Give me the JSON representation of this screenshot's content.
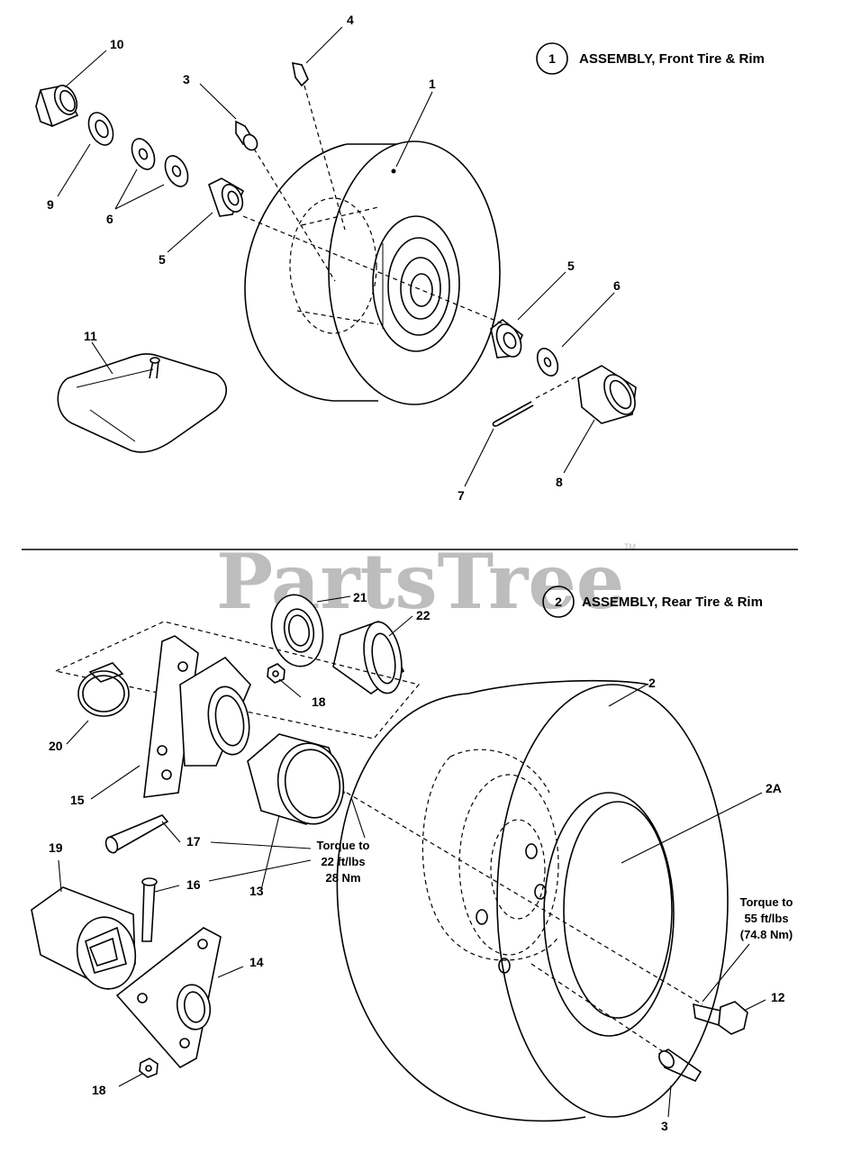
{
  "watermark": {
    "brand": "PartsTree",
    "trademark": "TM"
  },
  "assemblies": [
    {
      "number": "1",
      "title": "ASSEMBLY, Front Tire & Rim"
    },
    {
      "number": "2",
      "title": "ASSEMBLY, Rear Tire & Rim"
    }
  ],
  "callouts": {
    "c10": "10",
    "c9": "9",
    "c6a": "6",
    "c5a": "5",
    "c3a": "3",
    "c4": "4",
    "c1": "1",
    "c5b": "5",
    "c6b": "6",
    "c11": "11",
    "c7": "7",
    "c8": "8",
    "c21": "21",
    "c22": "22",
    "c20": "20",
    "c18a": "18",
    "c15": "15",
    "c2": "2",
    "c2a": "2A",
    "c17": "17",
    "c19": "19",
    "c16": "16",
    "c13": "13",
    "c14": "14",
    "c18b": "18",
    "c12": "12",
    "c3b": "3"
  },
  "torque_notes": {
    "center": [
      "Torque to",
      "22 ft/lbs",
      "28 Nm"
    ],
    "right": [
      "Torque to",
      "55 ft/lbs",
      "(74.8 Nm)"
    ]
  }
}
